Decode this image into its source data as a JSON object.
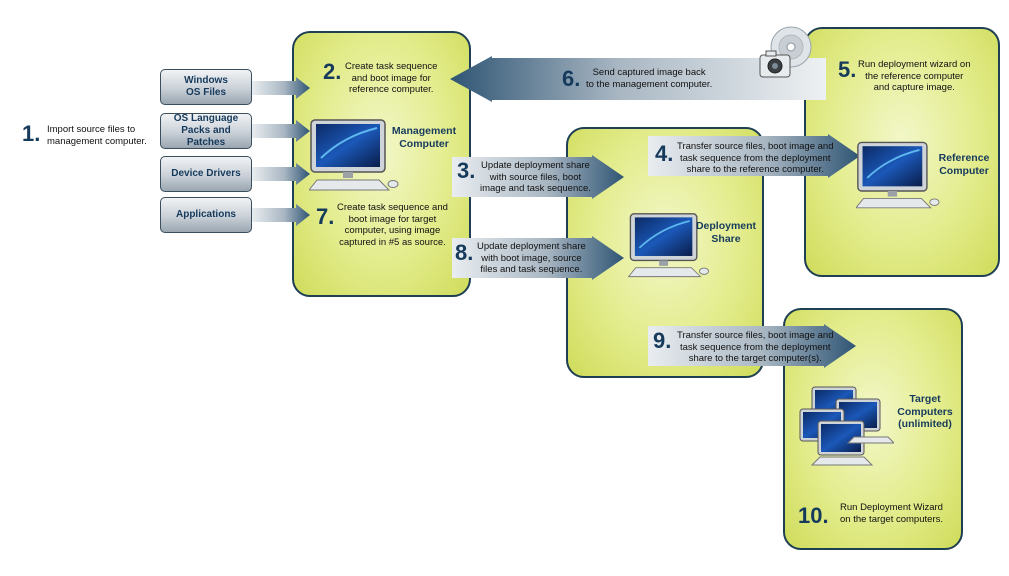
{
  "sources": {
    "windows_os": "Windows\nOS Files",
    "language_packs": "OS Language\nPacks and Patches",
    "device_drivers": "Device Drivers",
    "applications": "Applications"
  },
  "panels": {
    "management": "Management\nComputer",
    "deployment": "Deployment\nShare",
    "reference": "Reference\nComputer",
    "target": "Target\nComputers\n(unlimited)"
  },
  "steps": [
    {
      "num": "1.",
      "text": "Import source files to\nmanagement computer."
    },
    {
      "num": "2.",
      "text": "Create task sequence\nand boot image for\nreference computer."
    },
    {
      "num": "3.",
      "text": "Update deployment  share\nwith source files, boot\nimage and task sequence."
    },
    {
      "num": "4.",
      "text": "Transfer source files, boot image and\ntask sequence from the deployment\nshare to the reference computer."
    },
    {
      "num": "5.",
      "text": "Run deployment wizard on\nthe reference computer\nand capture image."
    },
    {
      "num": "6.",
      "text": "Send captured image back\nto the management computer."
    },
    {
      "num": "7.",
      "text": "Create task sequence and\nboot image for target\ncomputer, using image\ncaptured in #5 as source."
    },
    {
      "num": "8.",
      "text": "Update deployment share\nwith boot image, source\nfiles and task sequence."
    },
    {
      "num": "9.",
      "text": "Transfer source files, boot image and\ntask sequence from the deployment\nshare to the target computer(s)."
    },
    {
      "num": "10.",
      "text": "Run Deployment Wizard\non the target computers."
    }
  ],
  "colors": {
    "panel": "#e3ec8c",
    "navy": "#163a5c",
    "arrow_dark": "#2f5574",
    "arrow_light": "#c9d2d9"
  },
  "icons": [
    "monitor-icon",
    "disc-camera-icon",
    "multi-monitor-icon"
  ]
}
